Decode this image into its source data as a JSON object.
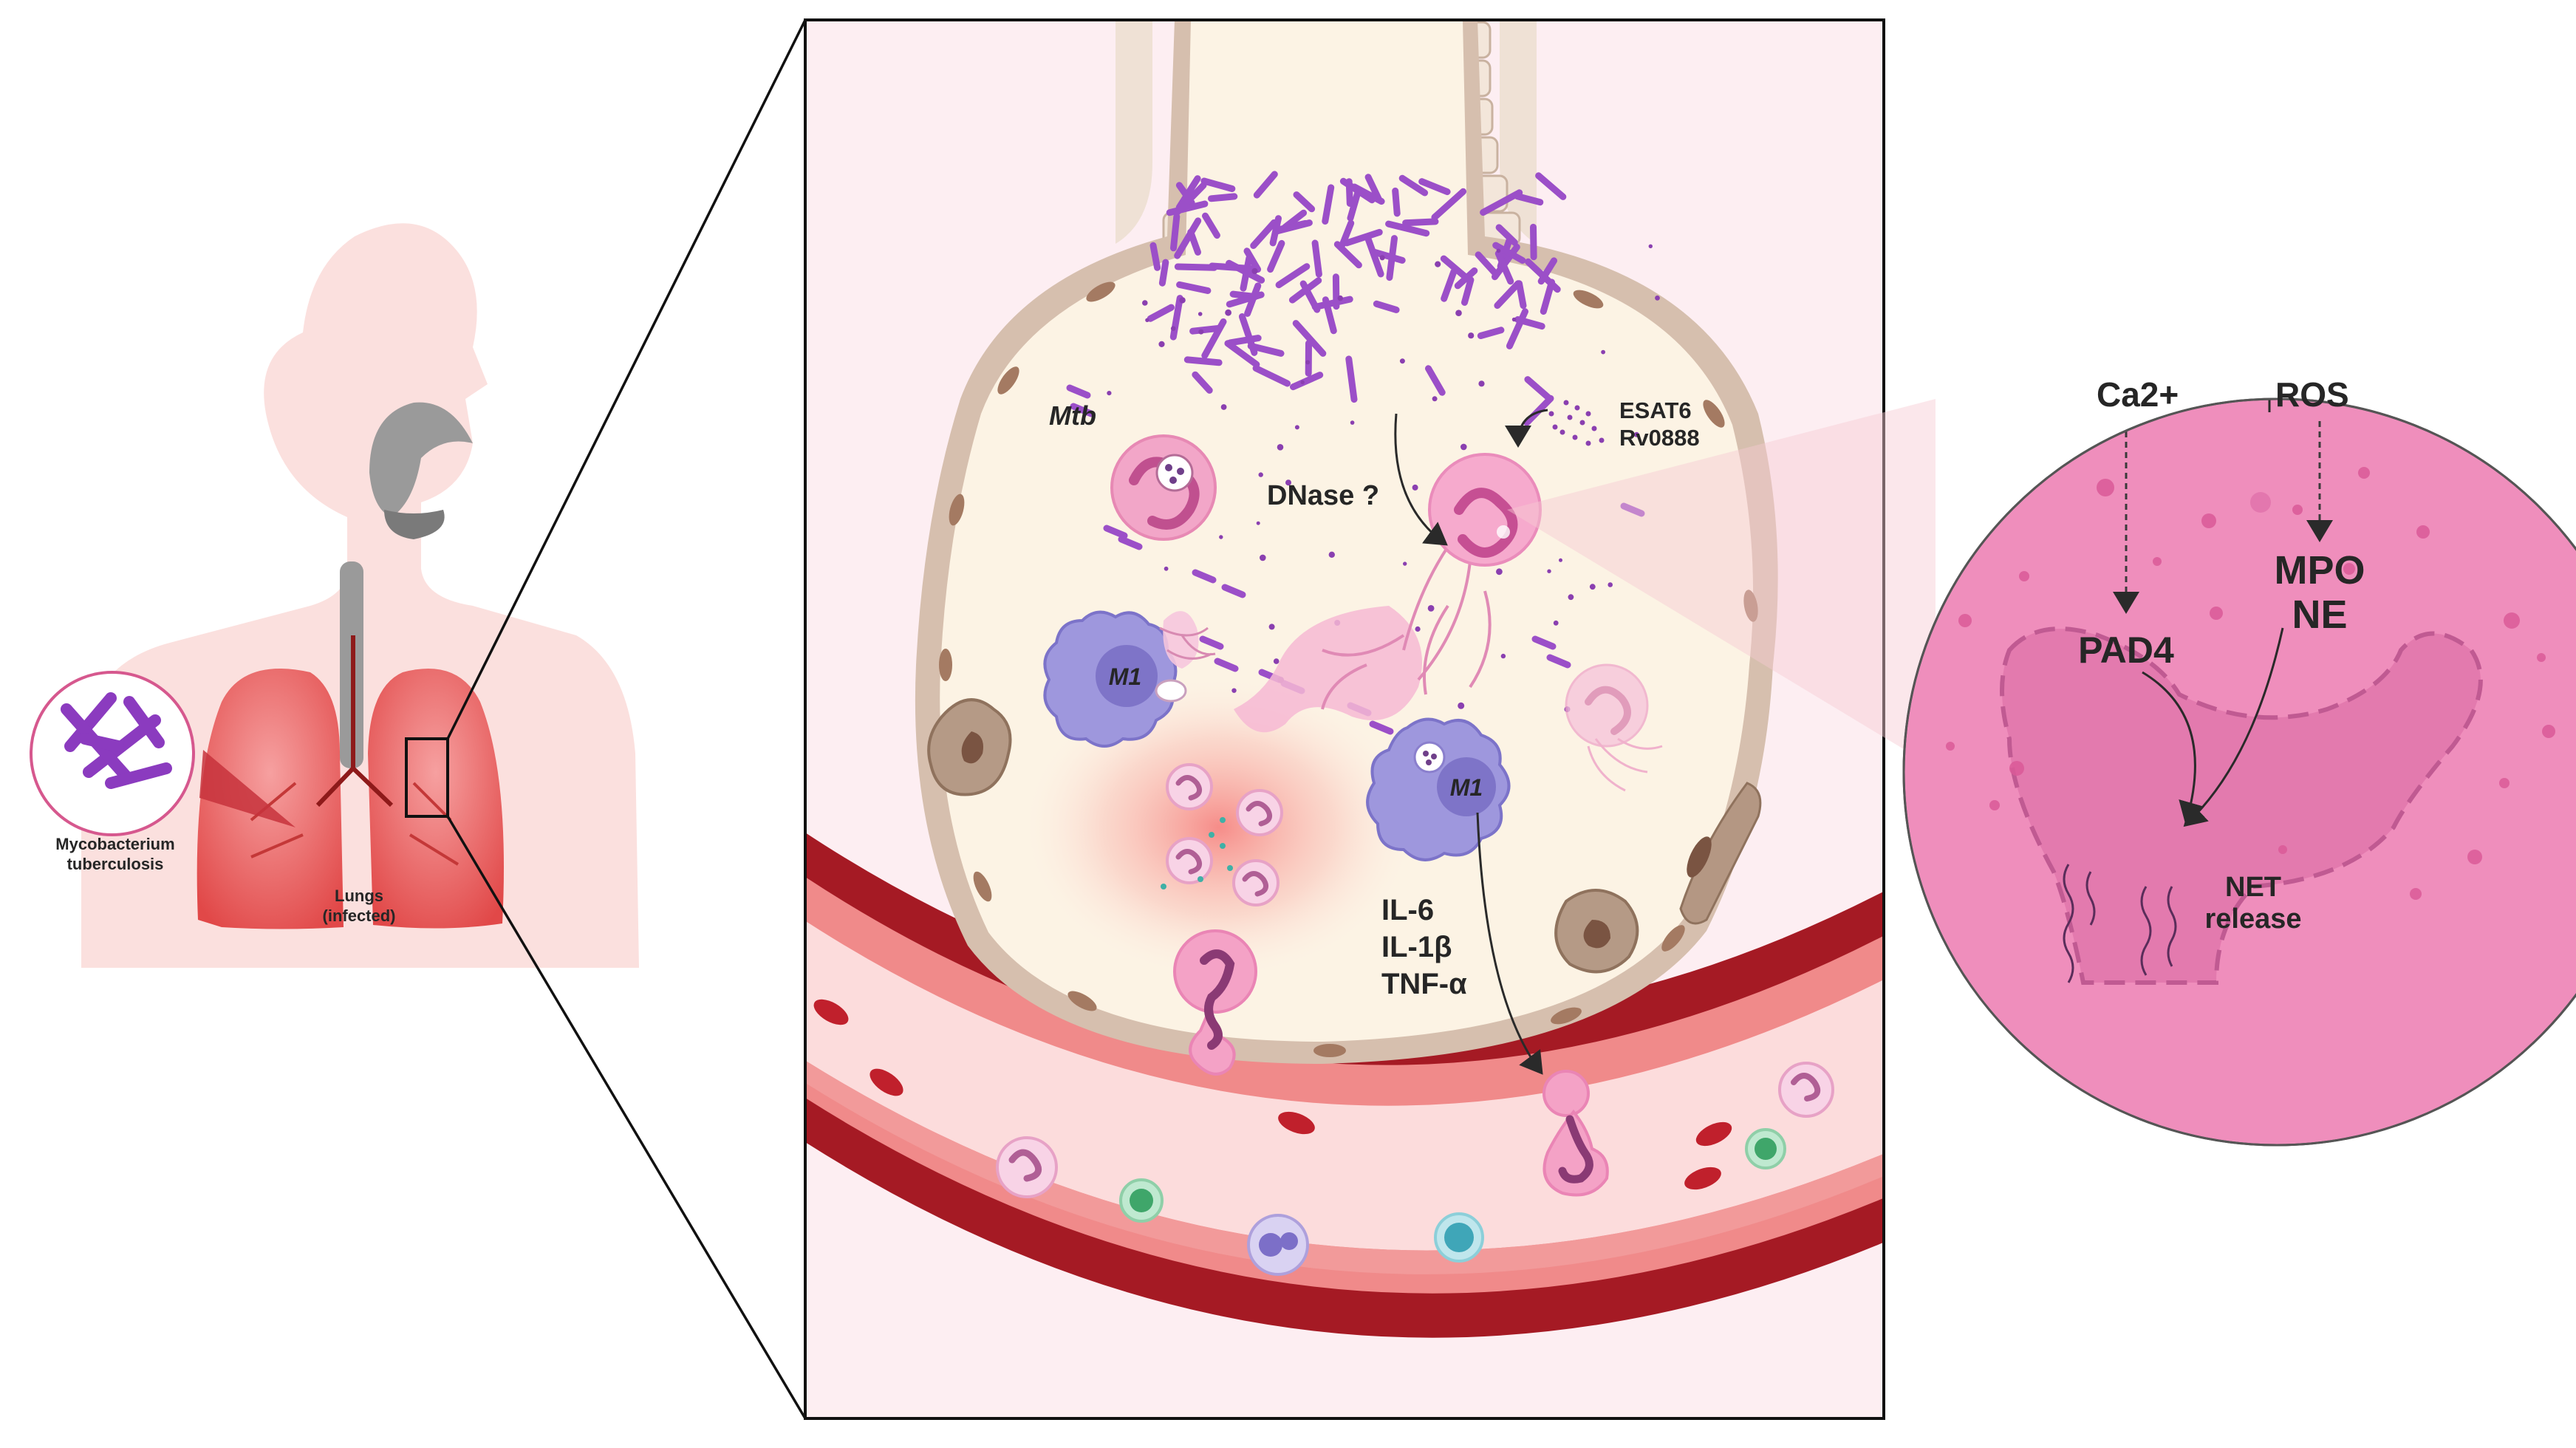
{
  "labels": {
    "bacterium": [
      "Mycobacterium",
      "tuberculosis"
    ],
    "lungs": [
      "Lungs",
      "(infected)"
    ],
    "mtb": "Mtb",
    "dnase": "DNase ?",
    "esat6": "ESAT6",
    "rv0888": "Rv0888",
    "m1_a": "M1",
    "m1_b": "M1",
    "cytokines": [
      "IL-6",
      "IL-1β",
      "TNF-α"
    ],
    "ca2": "Ca2+",
    "ros": "ROS",
    "mpo": "MPO",
    "ne": "NE",
    "pad4": "PAD4",
    "net": [
      "NET",
      "release"
    ]
  },
  "colors": {
    "bacteria": "#9b4fc8",
    "alveolus_fill": "#fcf3e4",
    "alveolus_wall": "#cfb7a6",
    "vessel": "#a51a24",
    "neutrophil": "#f2a0c6",
    "macrophage": "#8e86d6",
    "zoom_circle": "#ef8ebc",
    "panel_bg": "#fdeef2"
  }
}
